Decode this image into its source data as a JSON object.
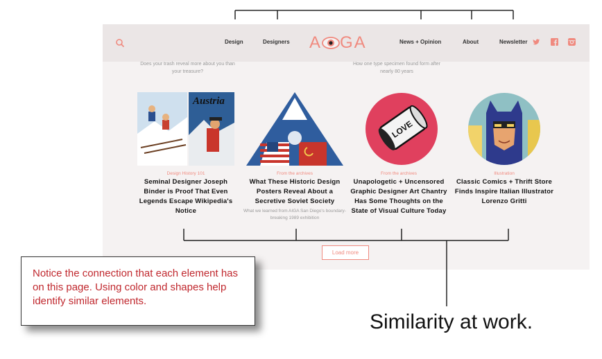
{
  "nav": {
    "items": [
      "Design",
      "Designers",
      "News + Opinion",
      "About",
      "Newsletter"
    ],
    "logo": "AIGA"
  },
  "prev_captions": [
    "Does your trash reveal more about you than your treasure?",
    "How one type specimen found form after nearly 80 years"
  ],
  "cards": [
    {
      "category": "Design History 101",
      "title": "Seminal Designer Joseph Binder is Proof That Even Legends Escape Wikipedia's Notice",
      "description": "",
      "poster_text": "Austria"
    },
    {
      "category": "From the archives",
      "title": "What These Historic Design Posters Reveal About a Secretive Soviet Society",
      "description": "What we learned from AIGA San Diego's boundary-breaking 1989 exhibition"
    },
    {
      "category": "From the archives",
      "title": "Unapologetic + Uncensored Graphic Designer Art Chantry Has Some Thoughts on the State of Visual Culture Today",
      "description": "",
      "can_text": "LOVE"
    },
    {
      "category": "Illustration",
      "title": "Classic Comics + Thrift Store Finds Inspire Italian Illustrator Lorenzo Gritti",
      "description": ""
    }
  ],
  "load_more": "Load more",
  "callout": "Notice the connection that each element has on this page. Using color and shapes help identify similar elements.",
  "similarity_label": "Similarity at work.",
  "colors": {
    "accent": "#f08a7f",
    "header_bg": "#ebe6e6",
    "page_bg": "#f5f2f2",
    "callout_text": "#c0282e"
  },
  "icons": [
    "search-icon",
    "twitter-icon",
    "facebook-icon",
    "instagram-icon"
  ]
}
